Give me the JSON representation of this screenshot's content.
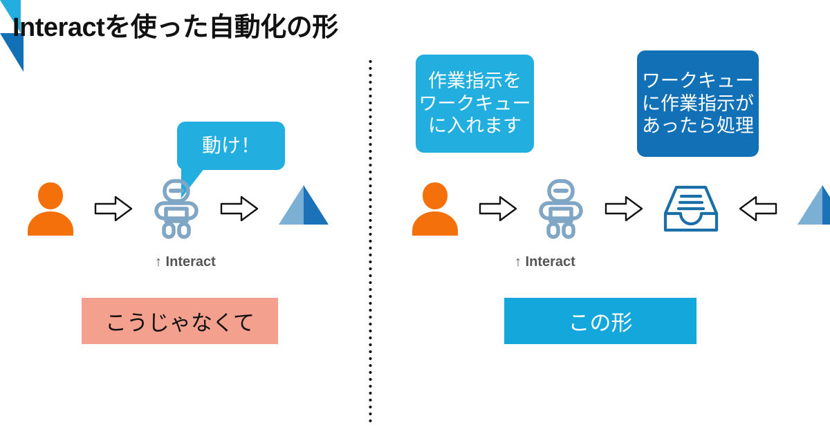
{
  "slide": {
    "title": "Interactを使った自動化の形",
    "divider": {
      "orientation": "vertical",
      "style": "dotted",
      "color": "#111111"
    }
  },
  "colors": {
    "bubble_cyan": "#22AFE0",
    "bubble_blue": "#1271B6",
    "banner_bad": "#F4A08F",
    "banner_good": "#13A7DC",
    "person_orange": "#F4700B",
    "robot_blue": "#80A6C6",
    "pyramid_light": "#7BAFD4",
    "pyramid_dark": "#1B72B8",
    "inbox_blue": "#1A6FA8",
    "label_gray": "#555555"
  },
  "left_panel": {
    "bubble": {
      "name": "move-bubble",
      "lines": [
        "動け！"
      ]
    },
    "flow": {
      "steps": [
        {
          "icon": "person-icon",
          "label": "人"
        },
        {
          "icon": "arrow-right-icon",
          "label": ""
        },
        {
          "icon": "robot-icon",
          "label": "Interact"
        },
        {
          "icon": "arrow-right-icon",
          "label": ""
        },
        {
          "icon": "pyramid-icon",
          "label": ""
        }
      ]
    },
    "interact_caption": "↑ Interact",
    "banner": "こうじゃなくて"
  },
  "right_panel": {
    "bubble_enqueue": {
      "name": "enqueue-bubble",
      "lines": [
        "作業指示を",
        "ワークキュー",
        "に入れます"
      ]
    },
    "bubble_process": {
      "name": "process-bubble",
      "lines": [
        "ワークキュー",
        "に作業指示が",
        "あったら処理"
      ]
    },
    "flow": {
      "steps": [
        {
          "icon": "person-icon",
          "label": "人"
        },
        {
          "icon": "arrow-right-icon",
          "label": ""
        },
        {
          "icon": "robot-icon",
          "label": "Interact"
        },
        {
          "icon": "arrow-right-icon",
          "label": ""
        },
        {
          "icon": "inbox-icon",
          "label": "ワークキュー"
        },
        {
          "icon": "arrow-left-icon",
          "label": ""
        },
        {
          "icon": "pyramid-icon",
          "label": ""
        }
      ]
    },
    "interact_caption": "↑ Interact",
    "banner": "この形"
  },
  "footer": {
    "artifact": ""
  }
}
